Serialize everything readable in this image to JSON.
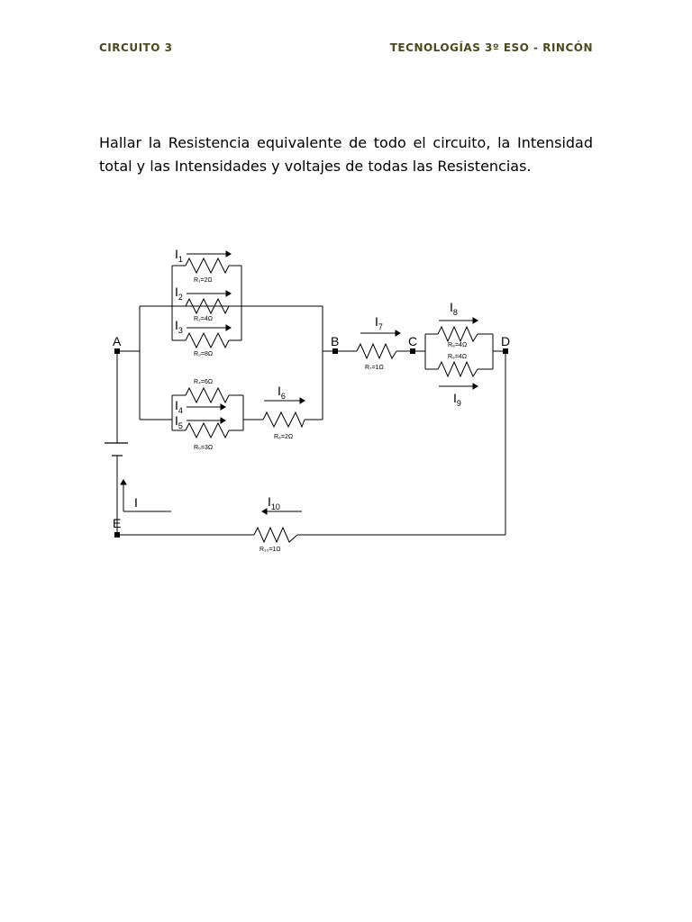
{
  "header": {
    "left": "CIRCUITO 3",
    "right": "TECNOLOGÍAS 3º ESO - RINCÓN"
  },
  "problem": "Hallar la Resistencia equivalente de todo el circuito, la Intensidad total y las Intensidades y voltajes de todas las Resistencias.",
  "circuit": {
    "nodes": {
      "A": "A",
      "B": "B",
      "C": "C",
      "D": "D",
      "E": "E"
    },
    "resistors": {
      "r1": "R₁=2Ω",
      "r2": "R₂=4Ω",
      "r3": "R₃=8Ω",
      "r4": "R₄=6Ω",
      "r5": "R₅=3Ω",
      "r6": "R₆=2Ω",
      "r7": "R₇=1Ω",
      "r8": "R₈=4Ω",
      "r9": "R₉=4Ω",
      "r10": "R₁₀=1Ω"
    },
    "currents": {
      "letter": "I",
      "total": "I",
      "i1": "1",
      "i2": "2",
      "i3": "3",
      "i4": "4",
      "i5": "5",
      "i6": "6",
      "i7": "7",
      "i8": "8",
      "i9": "9",
      "i10": "10"
    }
  }
}
